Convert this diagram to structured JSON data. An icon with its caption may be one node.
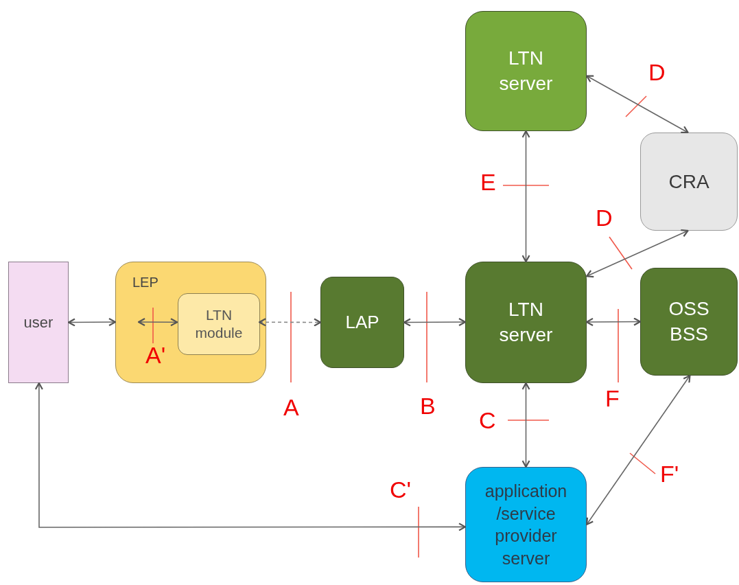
{
  "diagram": {
    "nodes": [
      {
        "text": [
          "user"
        ]
      },
      {
        "text": [
          "LEP"
        ]
      },
      {
        "text": [
          "LTN module"
        ],
        "in": 1
      },
      {
        "text": [
          "LAP"
        ]
      },
      {
        "text": [
          "LTN server"
        ]
      },
      {
        "text": [
          "CRA"
        ]
      },
      {
        "text": [
          "LTN server"
        ]
      },
      {
        "text": [
          "OSS BSS"
        ]
      },
      {
        "text": [
          "application /service provider server"
        ]
      }
    ],
    "edges": [
      {
        "from": 0,
        "to": 1,
        "arrow": "both"
      },
      {
        "from": null,
        "to": 2,
        "arrow": "both"
      },
      {
        "from": 2,
        "to": 3,
        "arrow": "both",
        "style": "dashed"
      },
      {
        "from": 3,
        "to": 6,
        "arrow": "both"
      },
      {
        "from": 4,
        "to": 6,
        "arrow": "both"
      },
      {
        "from": 4,
        "to": 5,
        "arrow": "both"
      },
      {
        "from": 6,
        "to": 5,
        "arrow": "both"
      },
      {
        "from": 6,
        "to": 7,
        "arrow": "both"
      },
      {
        "from": 6,
        "to": 8,
        "arrow": "both"
      },
      {
        "from": 0,
        "to": 8,
        "arrow": "both"
      },
      {
        "from": 7,
        "to": 8,
        "arrow": "both"
      }
    ],
    "labels": [
      "D",
      "E",
      "D",
      "A'",
      "F",
      "B",
      "A",
      "C",
      "F'",
      "C'"
    ]
  }
}
